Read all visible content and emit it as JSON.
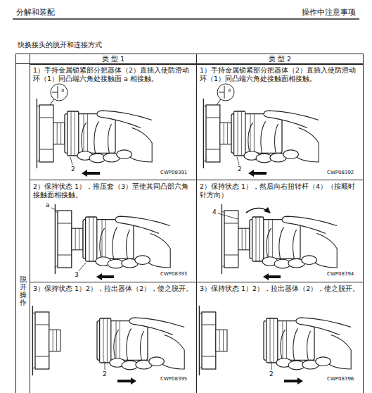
{
  "diagram": {
    "title": "快换接头的脱开和连接方式",
    "nodes": [
      {
        "text": [
          "类 型 1"
        ]
      },
      {
        "text": [
          "类 型 2"
        ]
      },
      {
        "text": [
          "脱开操作"
        ]
      },
      {
        "text": [
          "1）手持金属锁紧部分把器体（2）直插入使防滑动环（1）同凸端六角处接触面 a 相接触。"
        ]
      },
      {
        "text": [
          "1）手持金属锁紧部分把器体（2）直插入使防滑动环（1）同凸端六角处接触面相接触。"
        ]
      },
      {
        "text": [
          "2）保持状态 1），推压套（3）至使其同凸部六角接触面相接触。"
        ]
      },
      {
        "text": [
          "2）保持状态 1），然后向右扭转杆（4）（按顺时针方向）"
        ]
      },
      {
        "text": [
          "3）保持状态 1）2），拉出器体（2），使之脱开。"
        ]
      },
      {
        "text": [
          "3）保持状态 1）2），拉出器体（2），使之脱开。"
        ]
      }
    ],
    "labels": [
      "分解和装配",
      "操作中注意事项",
      "a",
      "2",
      "CWP08391",
      "a",
      "2",
      "CWP08392",
      "a",
      "3",
      "CWP08393",
      "4",
      "CWP08394",
      "2",
      "CWP08395",
      "2",
      "CWP08396"
    ]
  }
}
